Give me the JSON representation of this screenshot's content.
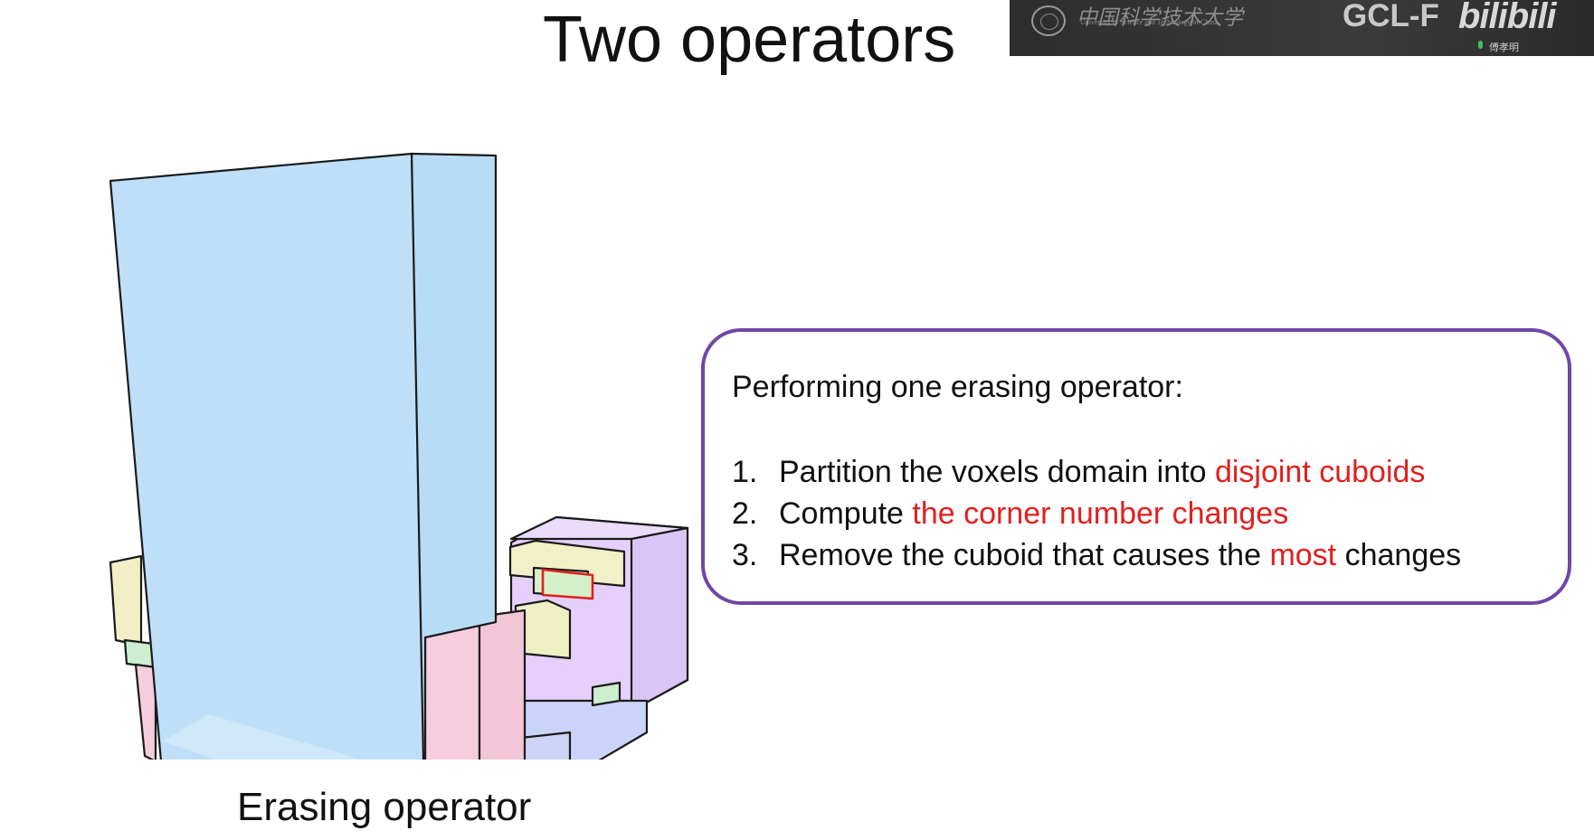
{
  "slide": {
    "title": "Two operators",
    "figure_caption": "Erasing operator"
  },
  "overlay": {
    "university_cn": "中国科学技术大学",
    "university_en": "University of Science and Technology of China",
    "lab": "GCL-F",
    "platform": "bilibili",
    "speaker": "傅孝明",
    "icons": [
      "university-seal-icon",
      "microphone-icon"
    ]
  },
  "box": {
    "heading": "Performing one erasing operator:",
    "steps": [
      {
        "num": "1.",
        "pre": "Partition the voxels domain into ",
        "hl": "disjoint cuboids",
        "post": ""
      },
      {
        "num": "2.",
        "pre": "Compute ",
        "hl": "the corner number changes",
        "post": ""
      },
      {
        "num": "3.",
        "pre": "Remove the cuboid that causes the ",
        "hl": "most",
        "post": " changes"
      }
    ]
  },
  "colors": {
    "box_border": "#7046a8",
    "highlight": "#e0201d",
    "cuboid_blue": "#bfdff8",
    "cuboid_pink": "#f6cddd",
    "cuboid_lavender": "#e4d0fa",
    "cuboid_yellow": "#f2f0c8",
    "cuboid_green": "#cdeecf",
    "overlay_bg": "#333333"
  }
}
